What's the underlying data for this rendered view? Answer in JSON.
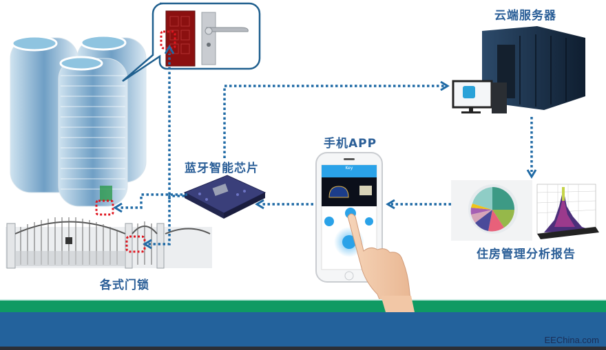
{
  "diagram": {
    "title_nodes": {
      "cloud_server": "云端服务器",
      "mobile_app": "手机APP",
      "bluetooth_chip": "蓝牙智能芯片",
      "housing_report": "住房管理分析报告",
      "door_locks": "各式门锁"
    },
    "app_screen": {
      "header_title": "Key"
    },
    "colors": {
      "label": "#2a5e97",
      "arrow": "#1f6aa5",
      "highlight": "#e0141e",
      "green_band": "#0f9a63",
      "blue_band": "#23629c"
    }
  },
  "footer": {
    "watermark": "EEChina.com"
  }
}
